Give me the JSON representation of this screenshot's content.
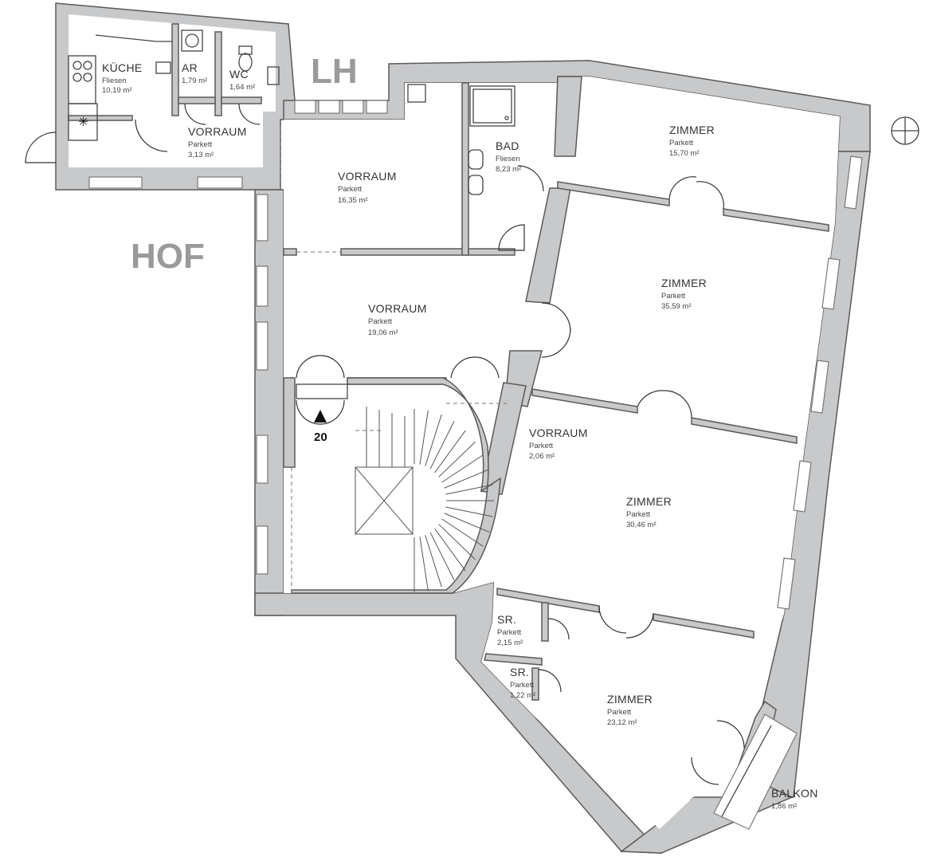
{
  "labels": {
    "hof": "HOF",
    "lh": "LH",
    "entrance_number": "20"
  },
  "rooms": [
    {
      "name": "KÜCHE",
      "floor": "Fliesen",
      "area": "10,19 m²"
    },
    {
      "name": "AR",
      "floor": "",
      "area": "1,79 m²"
    },
    {
      "name": "WC",
      "floor": "",
      "area": "1,64 m²"
    },
    {
      "name": "VORRAUM",
      "floor": "Parkett",
      "area": "3,13 m²"
    },
    {
      "name": "VORRAUM",
      "floor": "Parkett",
      "area": "16,35 m²"
    },
    {
      "name": "BAD",
      "floor": "Fliesen",
      "area": "8,23 m²"
    },
    {
      "name": "ZIMMER",
      "floor": "Parkett",
      "area": "15,70 m²"
    },
    {
      "name": "ZIMMER",
      "floor": "Parkett",
      "area": "35,59 m²"
    },
    {
      "name": "VORRAUM",
      "floor": "Parkett",
      "area": "19,06 m²"
    },
    {
      "name": "VORRAUM",
      "floor": "Parkett",
      "area": "2,06 m²"
    },
    {
      "name": "ZIMMER",
      "floor": "Parkett",
      "area": "30,46 m²"
    },
    {
      "name": "SR.",
      "floor": "Parkett",
      "area": "2,15 m²"
    },
    {
      "name": "SR.",
      "floor": "Parkett",
      "area": "1,22 m²"
    },
    {
      "name": "ZIMMER",
      "floor": "Parkett",
      "area": "23,12 m²"
    },
    {
      "name": "BALKON",
      "floor": "",
      "area": "1,86 m²"
    }
  ],
  "colors": {
    "wall": "#c8c9cb",
    "label_gray": "#9a9a9a"
  }
}
